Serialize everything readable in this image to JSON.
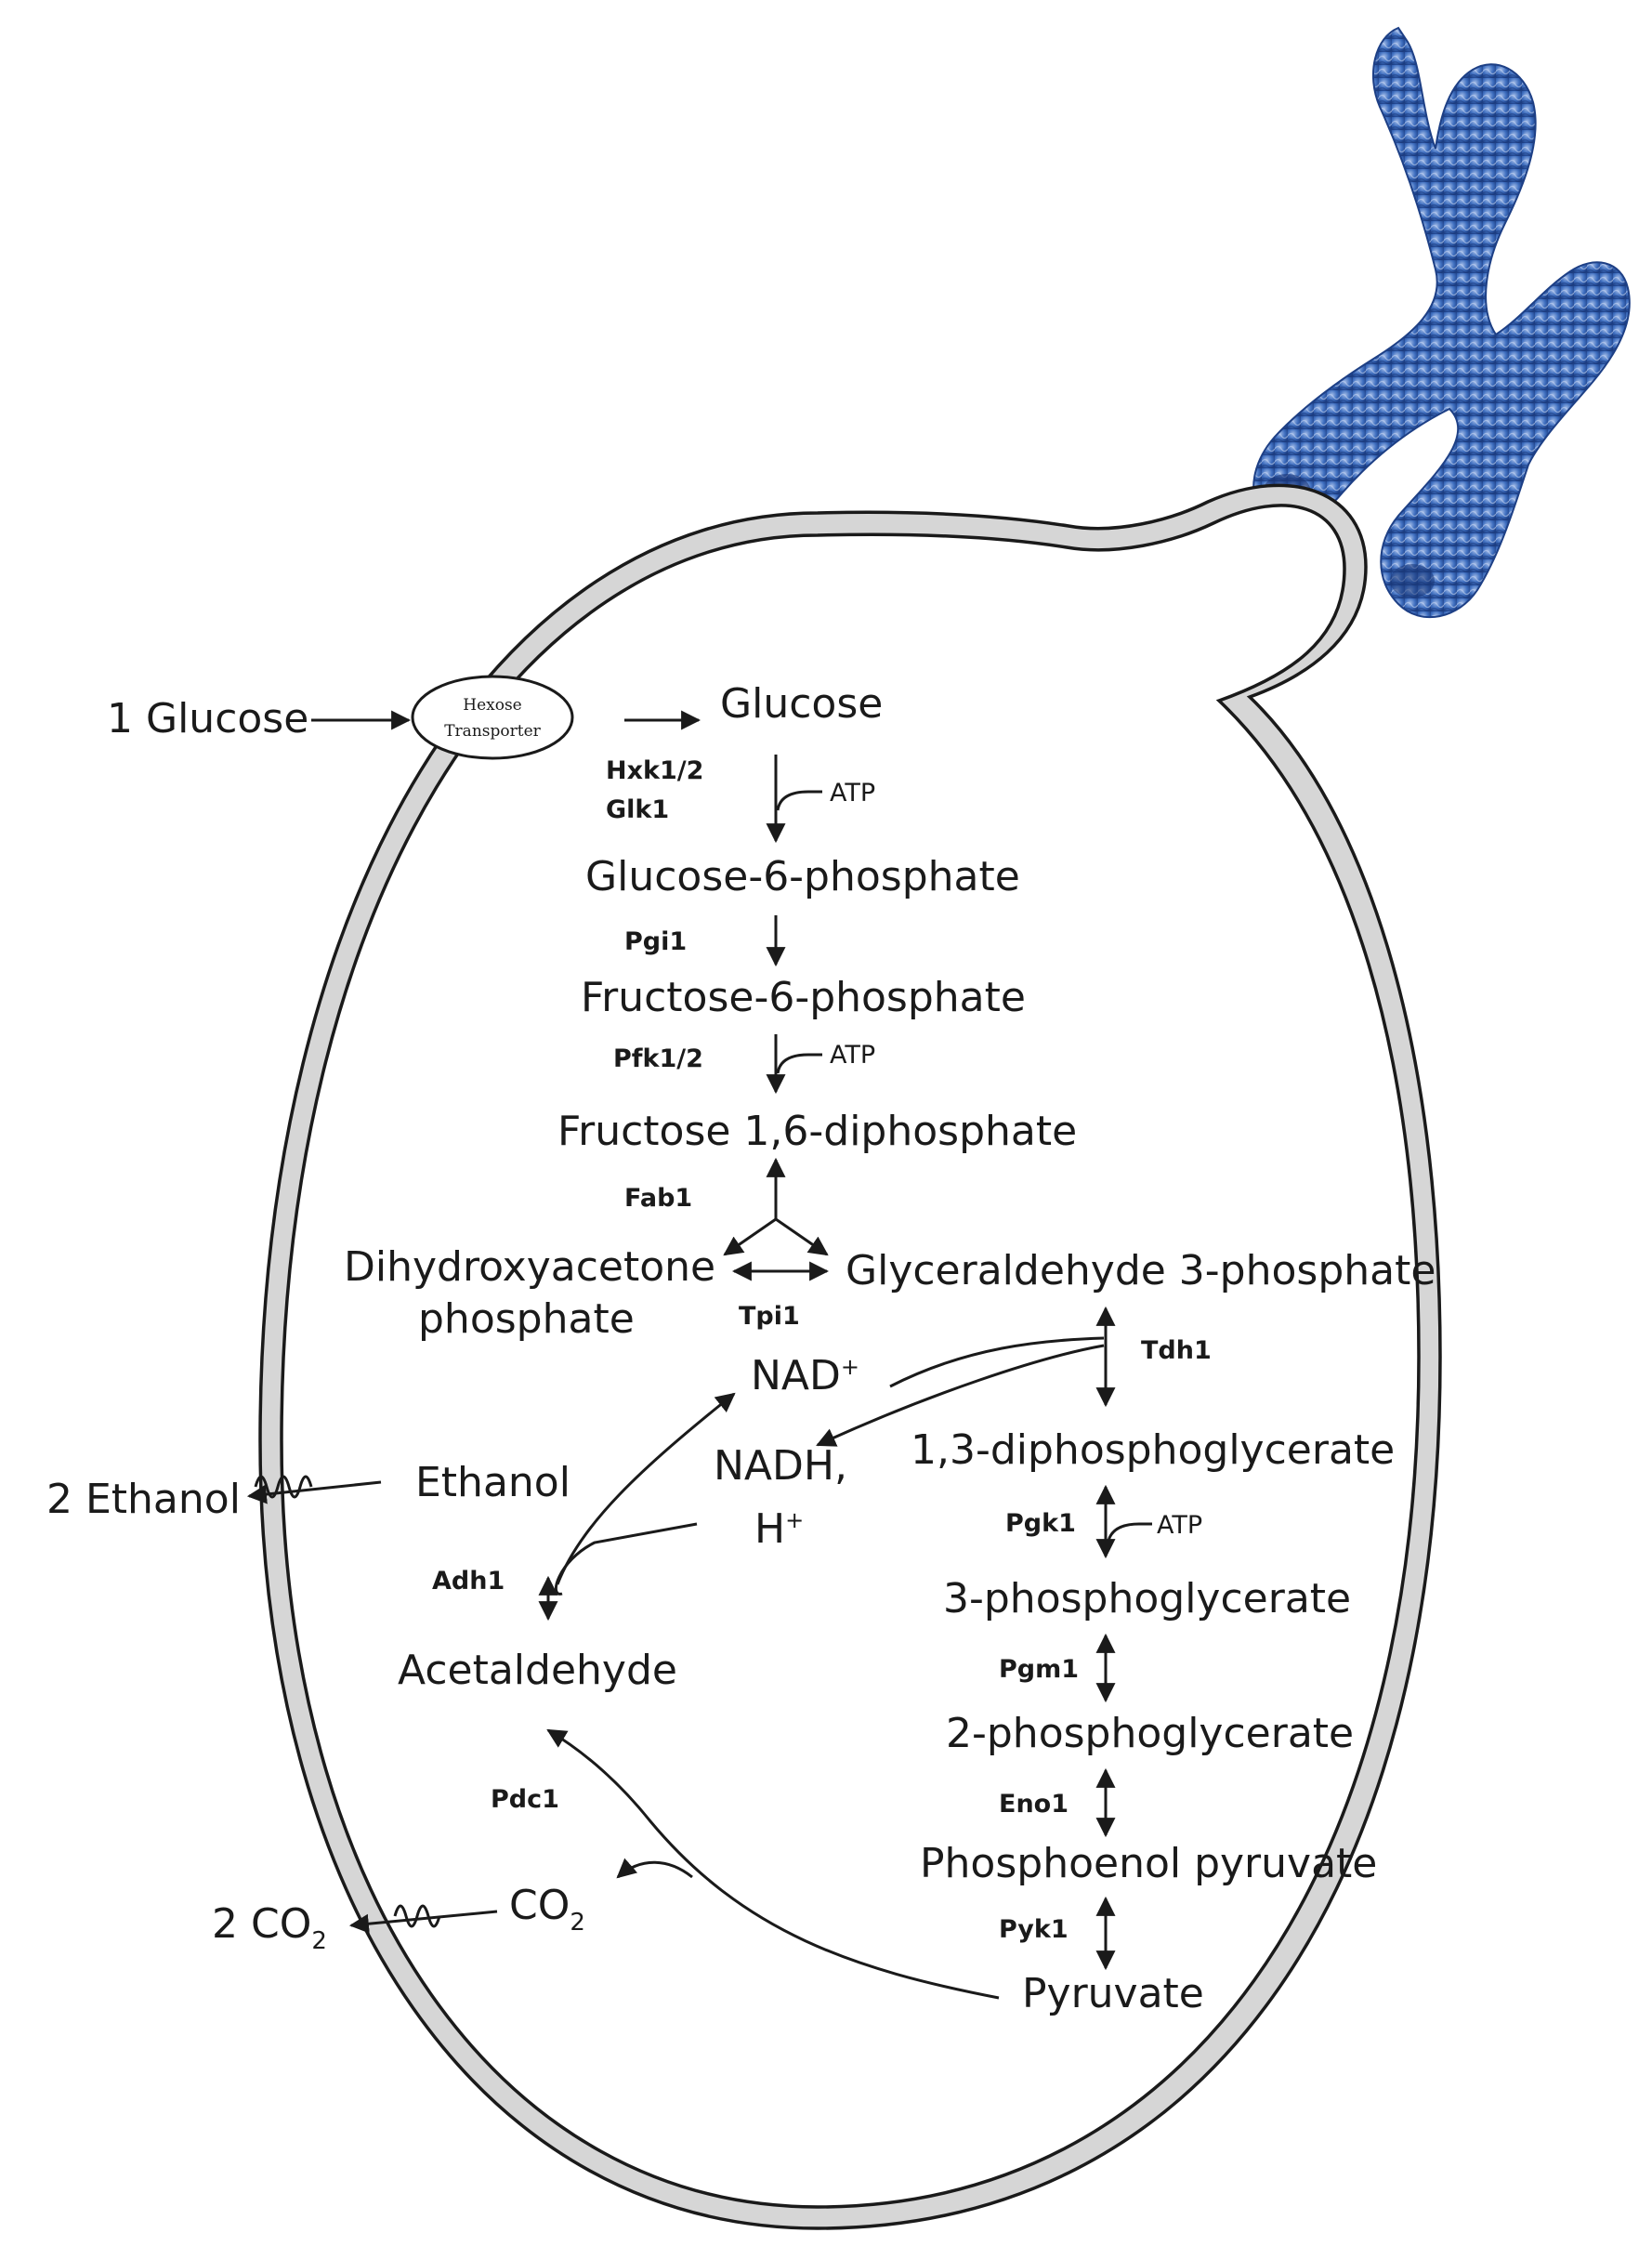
{
  "transporter": {
    "line1": "Hexose",
    "line2": "Transporter"
  },
  "outside": {
    "glucose_in": "1 Glucose",
    "ethanol_out": "2 Ethanol",
    "co2_out": "2 CO",
    "co2_out_sub": "2"
  },
  "metabolites": {
    "glucose": "Glucose",
    "g6p": "Glucose-6-phosphate",
    "f6p": "Fructose-6-phosphate",
    "f16dp": "Fructose 1,6-diphosphate",
    "dhap_line1": "Dihydroxyacetone",
    "dhap_line2": "phosphate",
    "g3p": "Glyceraldehyde 3-phosphate",
    "nad": "NAD",
    "nad_sup": "+",
    "nadh": "NADH,",
    "h": "H",
    "h_sup": "+",
    "bpg13": "1,3-diphosphoglycerate",
    "pg3": "3-phosphoglycerate",
    "pg2": "2-phosphoglycerate",
    "pep": "Phosphoenol pyruvate",
    "pyruvate": "Pyruvate",
    "ethanol": "Ethanol",
    "acetaldehyde": "Acetaldehyde",
    "co2": "CO",
    "co2_sub": "2"
  },
  "cofactors": {
    "atp1": "ATP",
    "atp2": "ATP",
    "atp3": "ATP"
  },
  "enzymes": {
    "hxk": "Hxk1/2",
    "glk": "Glk1",
    "pgi": "Pgi1",
    "pfk": "Pfk1/2",
    "fab": "Fab1",
    "tpi": "Tpi1",
    "tdh": "Tdh1",
    "pgk": "Pgk1",
    "pgm": "Pgm1",
    "eno": "Eno1",
    "pyk": "Pyk1",
    "adh": "Adh1",
    "pdc": "Pdc1"
  },
  "colors": {
    "cell_wall": "#d6d6d6",
    "ink": "#1a1a1a",
    "chromosome": "#2f5fb0"
  },
  "icons": {
    "chromosome": "chromosome-icon",
    "membrane_channel": "membrane-channel-icon"
  }
}
